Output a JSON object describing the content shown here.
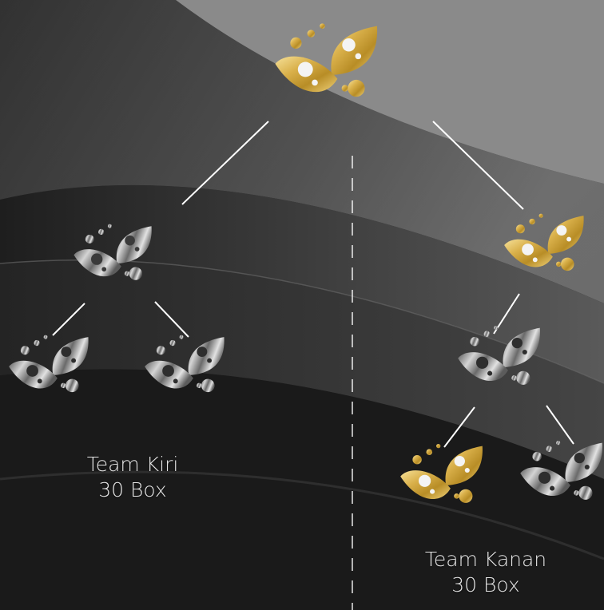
{
  "teams": {
    "left": {
      "name": "Team Kiri",
      "count": "30 Box"
    },
    "right": {
      "name": "Team Kanan",
      "count": "30 Box"
    }
  },
  "colors": {
    "gold": "#d8b04a",
    "silver": "#8e8e8e",
    "connector": "#ffffff",
    "text": "#e6e6e6",
    "background": "#2a2a2a"
  },
  "nodes": [
    {
      "id": "root",
      "variant": "gold"
    },
    {
      "id": "left-1",
      "variant": "silver"
    },
    {
      "id": "left-2a",
      "variant": "silver"
    },
    {
      "id": "left-2b",
      "variant": "silver"
    },
    {
      "id": "right-1",
      "variant": "gold"
    },
    {
      "id": "right-2",
      "variant": "silver"
    },
    {
      "id": "right-3a",
      "variant": "gold"
    },
    {
      "id": "right-3b",
      "variant": "silver"
    }
  ],
  "icon_name": "leaf-logo-icon"
}
